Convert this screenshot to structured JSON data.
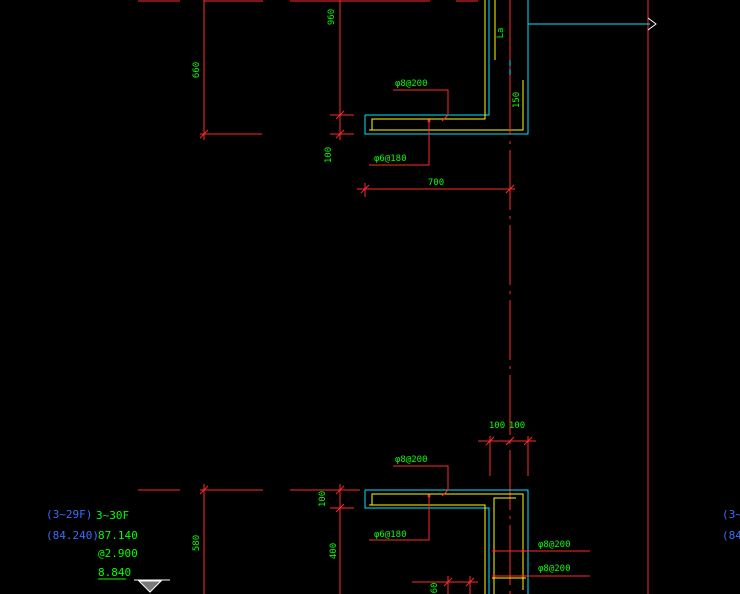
{
  "colors": {
    "background": "#000000",
    "dimension": "#ff2a2a",
    "cyan": "#00e5ff",
    "yellow": "#ffff00",
    "text_green": "#00ff00",
    "text_blue": "#3b6bff",
    "white": "#ffffff",
    "marker_fill": "#7a7a7a"
  },
  "upper_detail": {
    "dim_960": "960",
    "dim_660": "660",
    "label_la": "La",
    "rebar_top": "φ8@200",
    "dim_150": "150",
    "dim_100": "100",
    "rebar_bottom": "φ6@180",
    "dim_700": "700"
  },
  "lower_detail": {
    "dim_100a": "100",
    "dim_100b": "100",
    "rebar_top": "φ8@200",
    "dim_100_left": "100",
    "dim_580": "580",
    "dim_400": "400",
    "rebar_bottom": "φ6@180",
    "rebar_right_1": "φ8@200",
    "rebar_right_2": "φ8@200",
    "dim_60": "60"
  },
  "elevation_legend": {
    "floors_alt": "(3~29F)",
    "floors": "3~30F",
    "elev_alt": "(84.240)",
    "elev_1": "87.140",
    "elev_2": "@2.900",
    "elev_3": "8.840"
  },
  "right_cut_labels": {
    "floors_alt": "(3~",
    "elev_alt": "(84."
  }
}
